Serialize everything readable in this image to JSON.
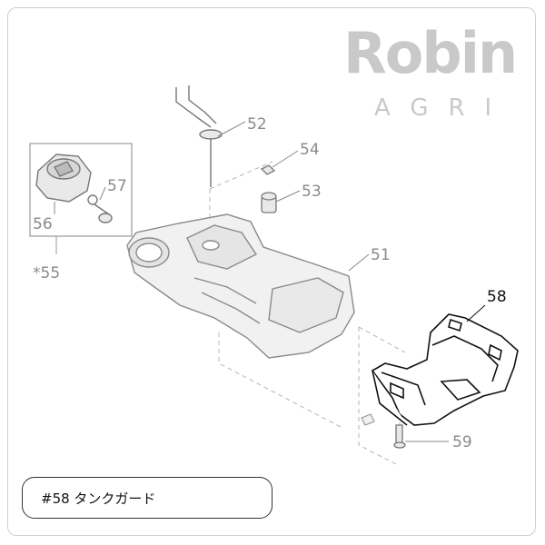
{
  "logo": {
    "brand": "Robin",
    "sub": "AGRI",
    "color": "#c9c9c9"
  },
  "parts": {
    "p51": "51",
    "p52": "52",
    "p53": "53",
    "p54": "54",
    "p55": "*55",
    "p56": "56",
    "p57": "57",
    "p58": "58",
    "p59": "59"
  },
  "highlight_color": "#111111",
  "label_color": "#8a8a8a",
  "caption": {
    "text": "#58 タンクガード"
  }
}
